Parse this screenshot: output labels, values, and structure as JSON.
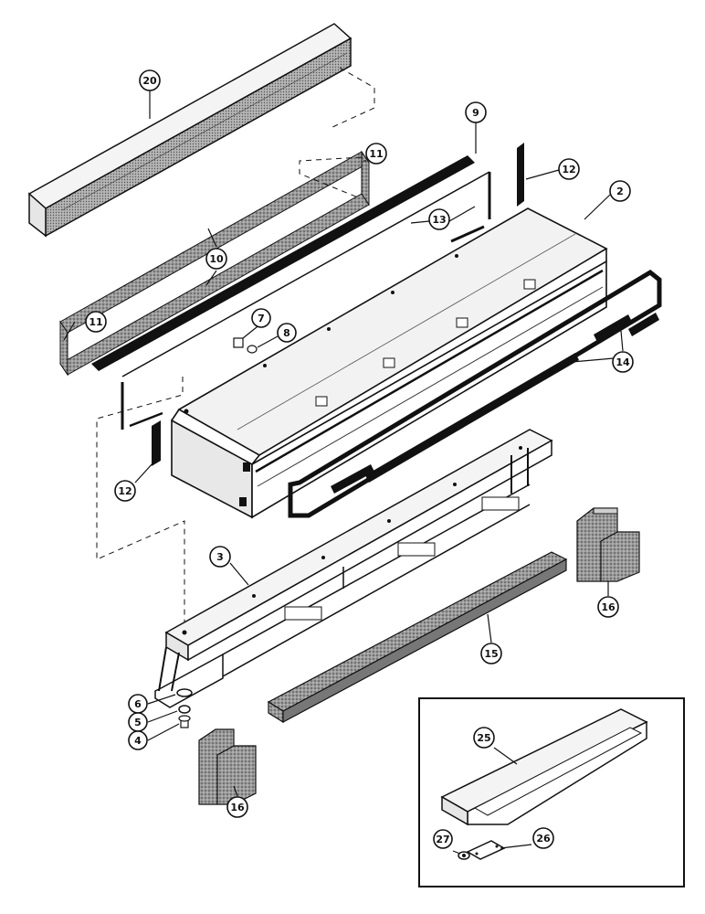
{
  "diagram": {
    "type": "exploded-parts-view",
    "colors": {
      "ink": "#111111",
      "paper": "#ffffff",
      "foam": "#8c8c8c",
      "shade": "#cfcfcf"
    },
    "callouts": [
      {
        "id": "c20",
        "label": "20"
      },
      {
        "id": "c9",
        "label": "9"
      },
      {
        "id": "c12a",
        "label": "12"
      },
      {
        "id": "c11a",
        "label": "11"
      },
      {
        "id": "c2",
        "label": "2"
      },
      {
        "id": "c13",
        "label": "13"
      },
      {
        "id": "c10",
        "label": "10"
      },
      {
        "id": "c11b",
        "label": "11"
      },
      {
        "id": "c7",
        "label": "7"
      },
      {
        "id": "c8",
        "label": "8"
      },
      {
        "id": "c14",
        "label": "14"
      },
      {
        "id": "c12b",
        "label": "12"
      },
      {
        "id": "c3",
        "label": "3"
      },
      {
        "id": "c16a",
        "label": "16"
      },
      {
        "id": "c15",
        "label": "15"
      },
      {
        "id": "c6",
        "label": "6"
      },
      {
        "id": "c5",
        "label": "5"
      },
      {
        "id": "c4",
        "label": "4"
      },
      {
        "id": "c16b",
        "label": "16"
      },
      {
        "id": "c25",
        "label": "25"
      },
      {
        "id": "c27",
        "label": "27"
      },
      {
        "id": "c26",
        "label": "26"
      }
    ]
  }
}
